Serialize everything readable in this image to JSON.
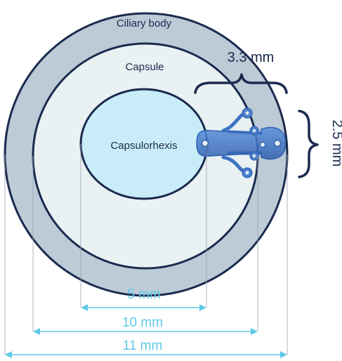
{
  "regions": {
    "ciliary_body": "Ciliary body",
    "capsule": "Capsule",
    "capsulorhexis": "Capsulorhexis"
  },
  "dimensions": {
    "capsulorhexis_diameter": "5 mm",
    "capsule_diameter": "10 mm",
    "ciliary_body_diameter": "11 mm",
    "device_length": "3.3 mm",
    "device_width": "2.5 mm"
  },
  "colors": {
    "outline": "#1b2a4e",
    "ciliary_body_fill": "#bccbd6",
    "capsule_fill": "#e9f1f3",
    "capsulorhexis_fill": "#c9edf8",
    "dimension_arrows": "#5fc8e8",
    "device": "#3d73c4"
  }
}
